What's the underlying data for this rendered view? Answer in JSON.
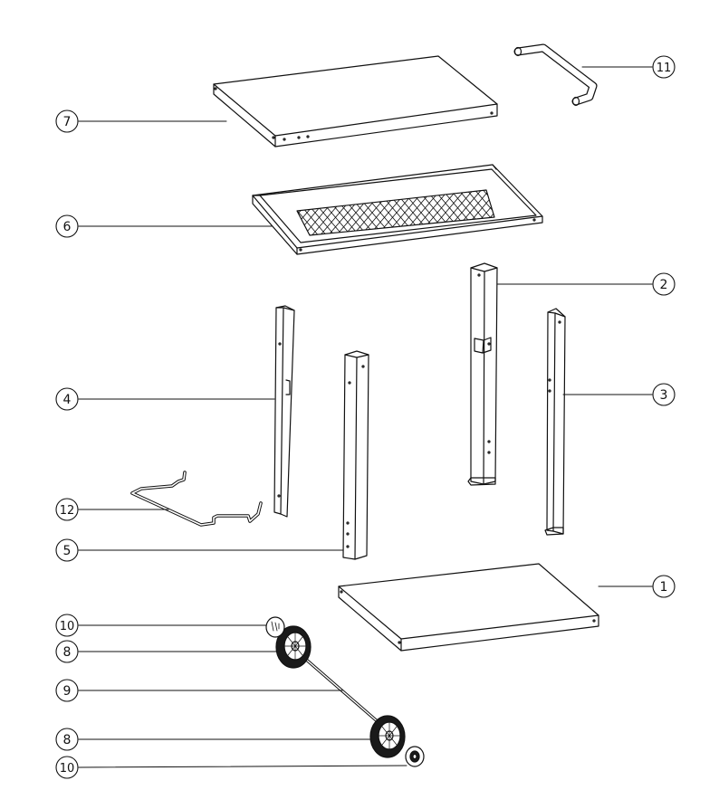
{
  "diagram": {
    "callouts": {
      "c1": "1",
      "c2": "2",
      "c3": "3",
      "c4": "4",
      "c5": "5",
      "c6": "6",
      "c7": "7",
      "c8a": "8",
      "c8b": "8",
      "c9": "9",
      "c10a": "10",
      "c10b": "10",
      "c11": "11",
      "c12": "12"
    },
    "colors": {
      "line": "#111111",
      "background": "#ffffff",
      "wheel": "#1a1a1a"
    }
  }
}
